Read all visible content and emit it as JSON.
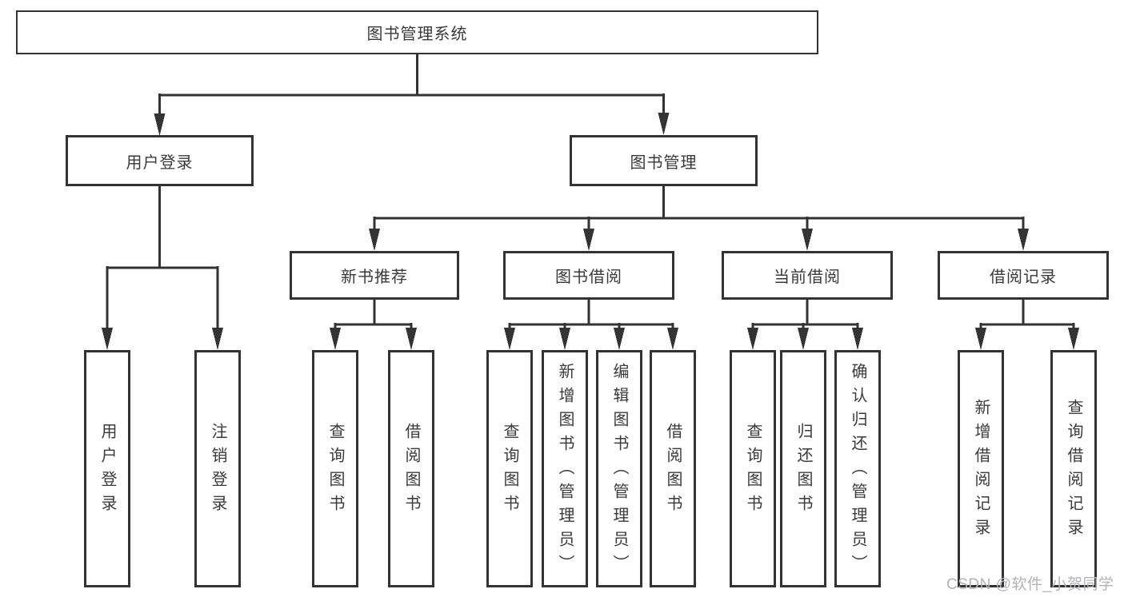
{
  "diagram": {
    "title": "图书管理系统",
    "watermark": "CSDN @软件_小贺同学",
    "colors": {
      "line": "#333333",
      "box_border": "#333333",
      "text": "#3a3a3a",
      "background": "#ffffff",
      "watermark": "#b3b3ba"
    },
    "nodes": {
      "root": {
        "label": "图书管理系统"
      },
      "user_login": {
        "label": "用户登录"
      },
      "book_mgmt": {
        "label": "图书管理"
      },
      "new_book_rec": {
        "label": "新书推荐"
      },
      "book_borrow": {
        "label": "图书借阅"
      },
      "current_borrow": {
        "label": "当前借阅"
      },
      "borrow_record": {
        "label": "借阅记录"
      },
      "ul_login": {
        "label": "用户登录"
      },
      "ul_logout": {
        "label": "注销登录"
      },
      "nb_query": {
        "label": "查询图书"
      },
      "nb_borrow": {
        "label": "借阅图书"
      },
      "bb_query": {
        "label": "查询图书"
      },
      "bb_add": {
        "label": "新增图书（管理员）"
      },
      "bb_edit": {
        "label": "编辑图书（管理员）"
      },
      "bb_borrow": {
        "label": "借阅图书"
      },
      "cb_query": {
        "label": "查询图书"
      },
      "cb_return": {
        "label": "归还图书"
      },
      "cb_confirm": {
        "label": "确认归还（管理员）"
      },
      "br_add": {
        "label": "新增借阅记录"
      },
      "br_query": {
        "label": "查询借阅记录"
      }
    },
    "edges": [
      "root->user_login",
      "root->book_mgmt",
      "user_login->ul_login",
      "user_login->ul_logout",
      "book_mgmt->new_book_rec",
      "book_mgmt->book_borrow",
      "book_mgmt->current_borrow",
      "book_mgmt->borrow_record",
      "new_book_rec->nb_query",
      "new_book_rec->nb_borrow",
      "book_borrow->bb_query",
      "book_borrow->bb_add",
      "book_borrow->bb_edit",
      "book_borrow->bb_borrow",
      "current_borrow->cb_query",
      "current_borrow->cb_return",
      "current_borrow->cb_confirm",
      "borrow_record->br_add",
      "borrow_record->br_query"
    ]
  }
}
